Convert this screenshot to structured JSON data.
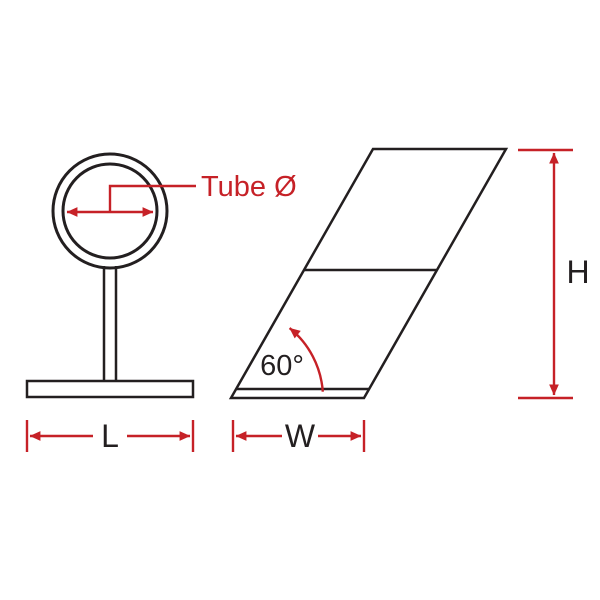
{
  "figure": {
    "labels": {
      "tube_diameter": "Tube Ø",
      "length": "L",
      "width": "W",
      "height": "H",
      "angle": "60°"
    },
    "colors": {
      "line": "#231f20",
      "dimension": "#c62127",
      "background": "#ffffff"
    }
  }
}
